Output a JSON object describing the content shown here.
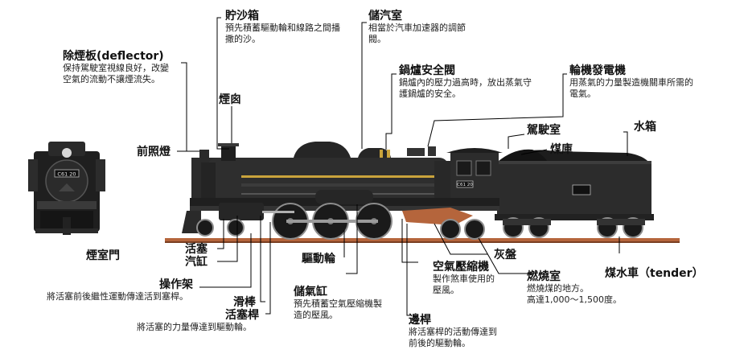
{
  "labels": {
    "sand_box": {
      "title": "貯沙箱",
      "desc1": "預先積蓄驅動輪和線路之間播",
      "desc2": "撒的沙。"
    },
    "steam_dome": {
      "title": "儲汽室",
      "desc1": "相當於汽車加速器的調節",
      "desc2": "閥。"
    },
    "deflector": {
      "title": "除煙板(deflector)",
      "desc1": "保持駕駛室視線良好，改變",
      "desc2": "空氣的流動不讓煙流失。"
    },
    "safety_valve": {
      "title": "鍋爐安全閥",
      "desc1": "鍋爐內的壓力過高時，放出蒸氣守",
      "desc2": "護鍋爐的安全。"
    },
    "turbo_generator": {
      "title": "輪機發電機",
      "desc1": "用蒸氣的力量製造機關車所需的",
      "desc2": "電氣。"
    },
    "chimney": {
      "title": "煙囪"
    },
    "cab": {
      "title": "駕駛室"
    },
    "water_tank": {
      "title": "水箱"
    },
    "coal_bunker": {
      "title": "煤庫"
    },
    "headlight": {
      "title": "前照燈"
    },
    "smokebox_door": {
      "title": "煙室門"
    },
    "piston": {
      "title": "活塞"
    },
    "cylinder": {
      "title": "汽缸"
    },
    "driving_wheel": {
      "title": "驅動輪"
    },
    "ash_pan": {
      "title": "灰盤"
    },
    "tender": {
      "title": "煤水車（tender）"
    },
    "valve_gear": {
      "title": "操作架",
      "desc1": "將活塞前後繼性運動傳達活到塞桿。"
    },
    "crosshead": {
      "title": "滑棒"
    },
    "piston_rod": {
      "title": "活塞桿",
      "desc1": "將活塞的力量傳達到驅動輪。"
    },
    "air_reservoir": {
      "title": "儲氣缸",
      "desc1": "預先積蓄空氣壓縮機製",
      "desc2": "造的壓風。"
    },
    "air_compressor": {
      "title": "空氣壓縮機",
      "desc1": "製作煞車使用的",
      "desc2": "壓風。"
    },
    "firebox": {
      "title": "燃燒室",
      "desc1": "燃燒煤的地方。",
      "desc2": "高達1,000～1,500度。"
    },
    "side_rod": {
      "title": "邊桿",
      "desc1": "將活塞桿的活動傳達到",
      "desc2": "前後的驅動輪。"
    }
  },
  "plates": {
    "front": "C61 20",
    "cab": "C61 20"
  },
  "colors": {
    "body": "#2e2e2e",
    "dark": "#161616",
    "rail": "#b5653c",
    "brass": "#c9a33c",
    "ashpan": "#b5653c",
    "leader": "#000000"
  }
}
